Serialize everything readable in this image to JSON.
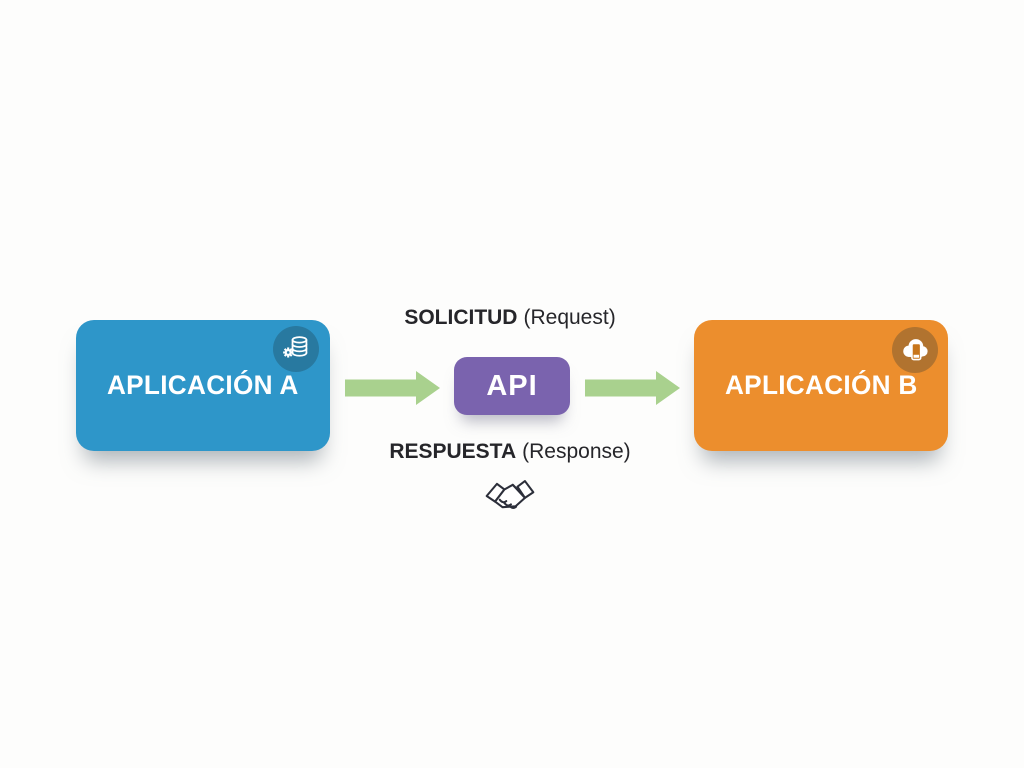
{
  "page": {
    "background": "#fdfdfc",
    "text_color": "#26262a"
  },
  "diagram": {
    "app_a": {
      "label": "APLICACIÓN A",
      "color": "#2e96c9",
      "icon": "database-gear-icon"
    },
    "api": {
      "label": "API",
      "color": "#7a63ae"
    },
    "app_b": {
      "label": "APLICACIÓN B",
      "color": "#ec8e2d",
      "icon": "cloud-phone-icon"
    },
    "request": {
      "primary": "SOLICITUD",
      "secondary": "(Request)"
    },
    "response": {
      "primary": "RESPUESTA",
      "secondary": "(Response)"
    },
    "arrow_color": "#a9d18e",
    "handshake_color": "#2c2f3a"
  }
}
